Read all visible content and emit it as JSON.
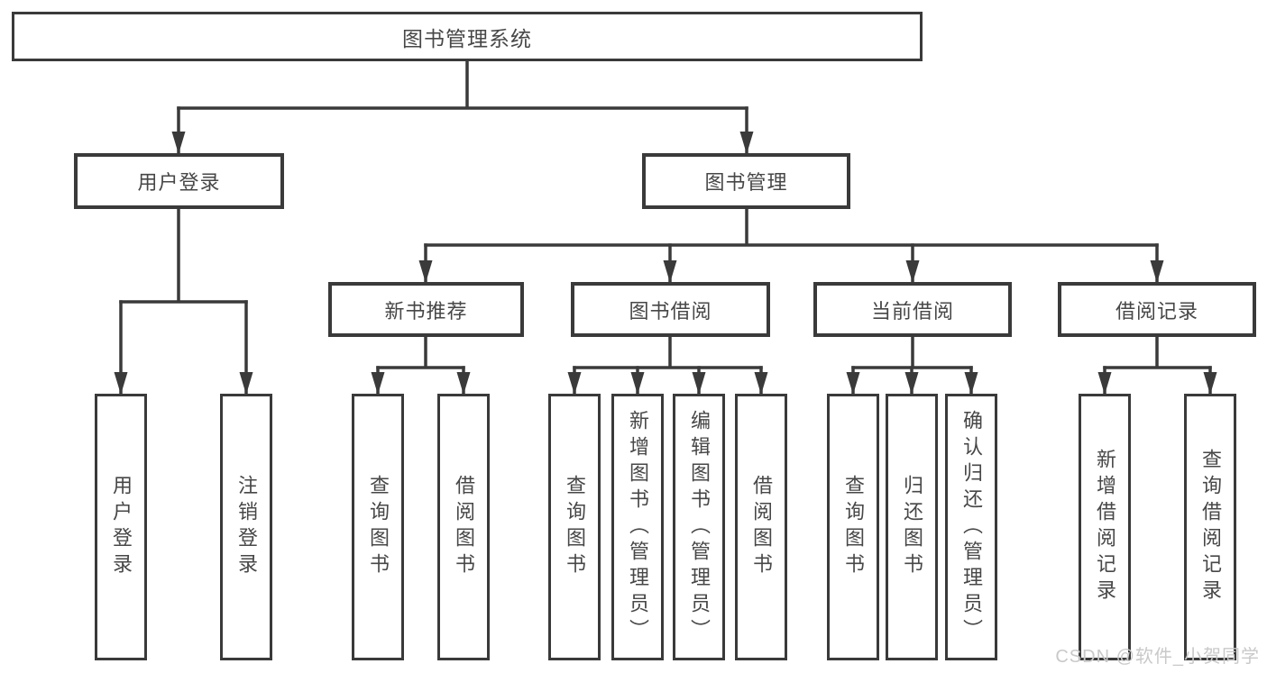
{
  "tree": {
    "root": "图书管理系统",
    "branches": [
      {
        "label": "用户登录",
        "leaves": [
          "用户登录",
          "注销登录"
        ]
      },
      {
        "label": "图书管理",
        "sections": [
          {
            "label": "新书推荐",
            "leaves": [
              "查询图书",
              "借阅图书"
            ]
          },
          {
            "label": "图书借阅",
            "leaves": [
              "查询图书",
              "新增图书（管理员）",
              "编辑图书（管理员）",
              "借阅图书"
            ]
          },
          {
            "label": "当前借阅",
            "leaves": [
              "查询图书",
              "归还图书",
              "确认归还（管理员）"
            ]
          },
          {
            "label": "借阅记录",
            "leaves": [
              "新增借阅记录",
              "查询借阅记录"
            ]
          }
        ]
      }
    ]
  },
  "watermark": "CSDN @软件_小贺同学",
  "colors": {
    "line": "#3a3a3a",
    "text": "#474747",
    "watermark": "#c9c9c9",
    "background": "#ffffff"
  }
}
